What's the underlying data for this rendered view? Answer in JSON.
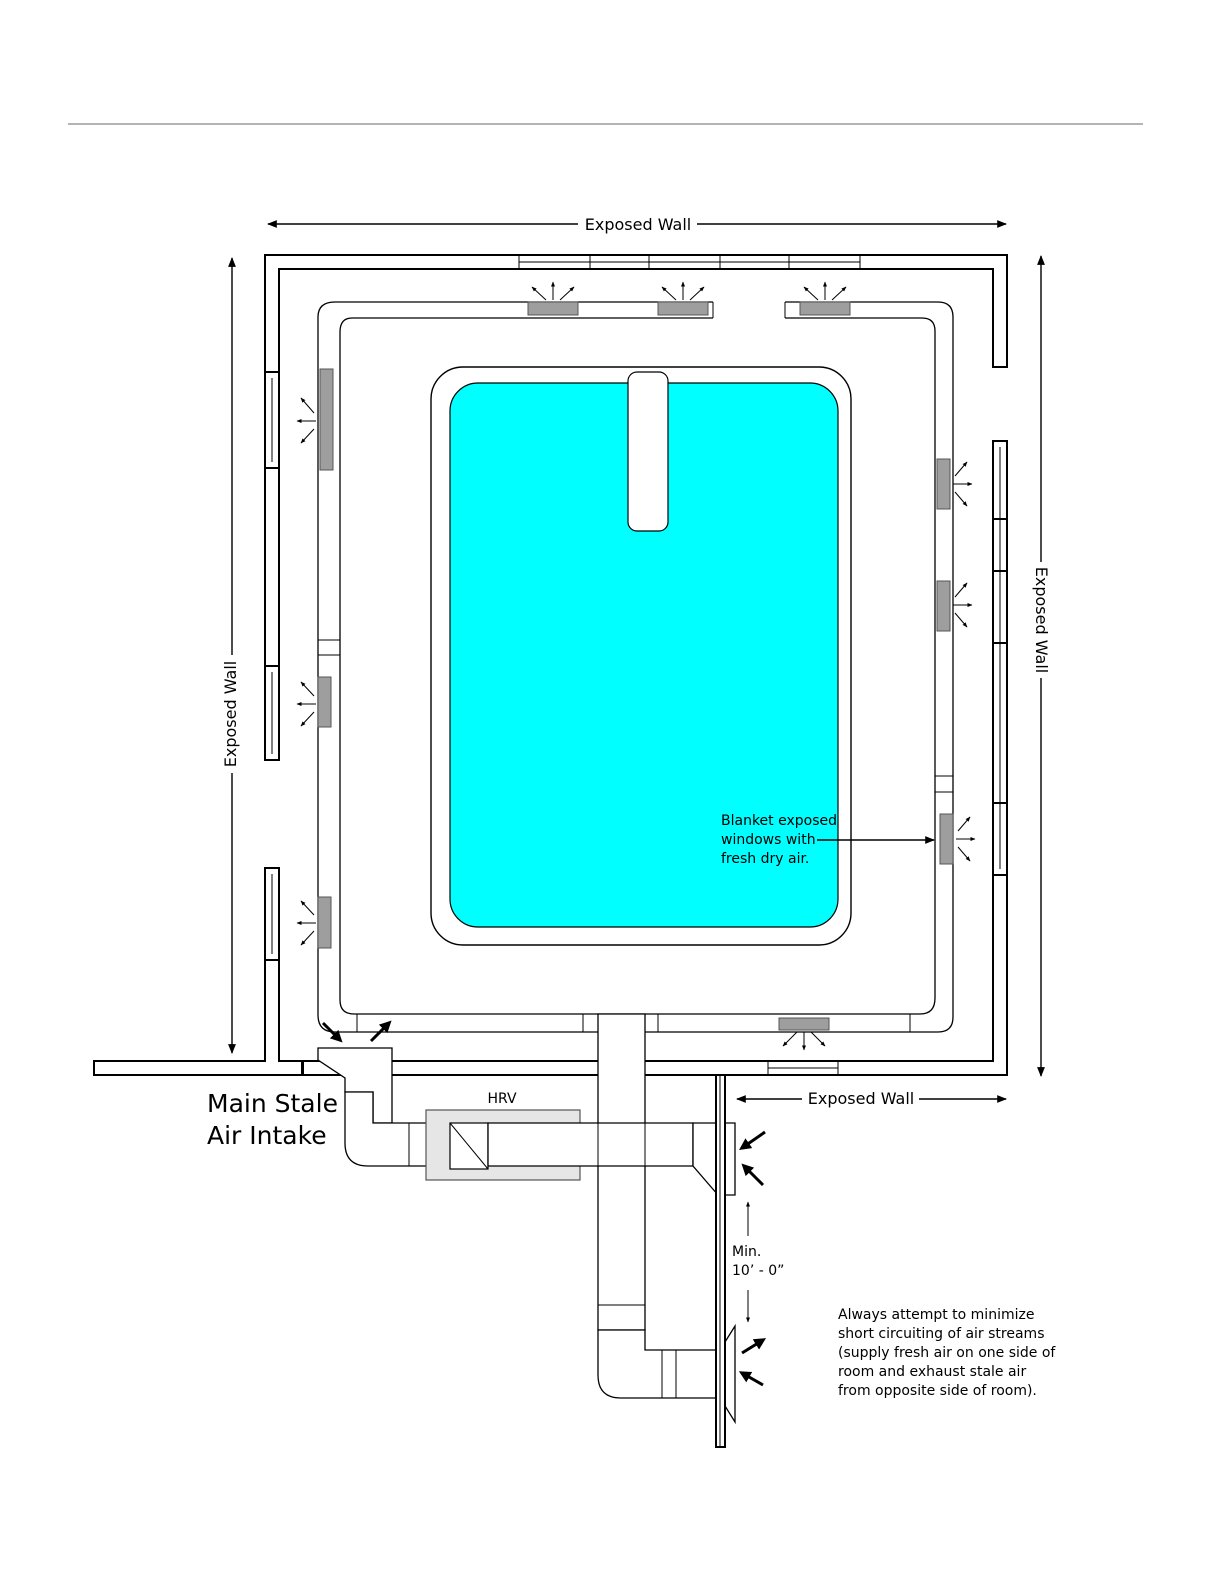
{
  "labels": {
    "exposed_wall_top": "Exposed Wall",
    "exposed_wall_left": "Exposed Wall",
    "exposed_wall_right": "Exposed Wall",
    "exposed_wall_bottom": "Exposed Wall",
    "blanket_note": [
      "Blanket exposed",
      "windows with",
      "fresh dry air."
    ],
    "hrv": "HRV",
    "main_stale": [
      "Main Stale",
      "Air Intake"
    ],
    "min_dim": [
      "Min.",
      "10’ - 0”"
    ],
    "note": [
      "Always attempt to minimize",
      "short circuiting of air streams",
      "(supply fresh air on one side of",
      "room and exhaust stale air",
      "from opposite side of room)."
    ]
  },
  "colors": {
    "pool_water": "#00ffff",
    "vent": "#9e9e9e",
    "hrv_unit": "#e6e6e6",
    "rule": "#888888"
  }
}
